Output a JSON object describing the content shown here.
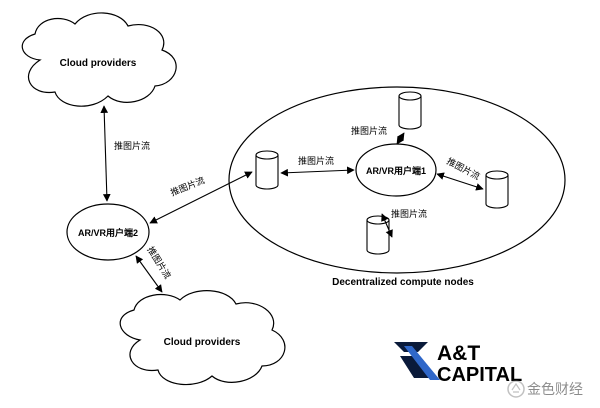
{
  "nodes": {
    "cloud_top": "Cloud providers",
    "cloud_bottom": "Cloud providers",
    "client2": "AR/VR用户端2",
    "client1": "AR/VR用户端1"
  },
  "group_label": "Decentralized compute nodes",
  "edge_labels": {
    "cloud_top_to_client2": "推图片流",
    "client2_to_cluster": "推图片流",
    "client2_to_cloud_bottom": "推图片流",
    "node_left_to_client1": "推图片流",
    "node_top_to_client1": "推图片流",
    "node_right_to_client1": "推图片流",
    "node_bottom_to_client1": "推图片流"
  },
  "branding": {
    "logo_line1": "A&T",
    "logo_line2": "CAPITAL",
    "watermark": "金色财经"
  }
}
